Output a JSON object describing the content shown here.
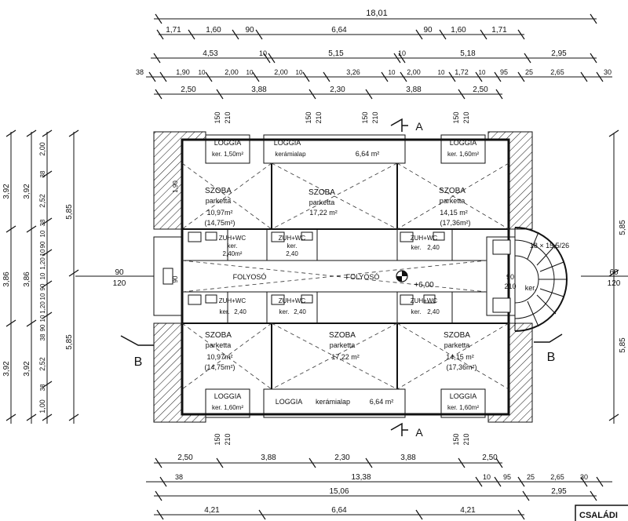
{
  "dims": {
    "top": [
      {
        "row": 0,
        "items": [
          "18,01"
        ]
      },
      {
        "row": 1,
        "items": [
          "1,71",
          "1,60",
          "90",
          "6,64",
          "90",
          "1,60",
          "1,71"
        ]
      },
      {
        "row": 2,
        "items": [
          "4,53",
          "10",
          "5,15",
          "10",
          "5,18",
          "2,95"
        ]
      },
      {
        "row": 3,
        "items": [
          "38",
          "1,90",
          "10",
          "2,00",
          "10",
          "2,00",
          "10",
          "3,26",
          "10",
          "2,00",
          "10",
          "1,72",
          "10",
          "95",
          "25",
          "2,65",
          "30"
        ]
      },
      {
        "row": 4,
        "items": [
          "2,50",
          "3,88",
          "2,30",
          "3,88",
          "2,50"
        ]
      }
    ],
    "bottom": [
      {
        "row": 0,
        "items": [
          "2,50",
          "3,88",
          "2,30",
          "3,88",
          "2,50"
        ]
      },
      {
        "row": 1,
        "items": [
          "38",
          "13,38",
          "10",
          "95",
          "25",
          "2,65",
          "30"
        ]
      },
      {
        "row": 2,
        "items": [
          "15,06",
          "2,95"
        ]
      },
      {
        "row": 3,
        "items": [
          "4,21",
          "6,64",
          "4,21"
        ]
      }
    ],
    "left": [
      {
        "col": 0,
        "items": [
          "3,92",
          "3,86",
          "3,92"
        ]
      },
      {
        "col": 1,
        "items": [
          "3,92",
          "3,86",
          "3,92"
        ]
      },
      {
        "col": 2,
        "items": [
          "2,00",
          "38",
          "2,52",
          "38",
          "10",
          "90",
          "10",
          "1,20",
          "10",
          "90",
          "10",
          "1,20",
          "10",
          "90",
          "38",
          "2,52",
          "38",
          "1,00"
        ]
      },
      {
        "col": 3,
        "items": [
          "5,85",
          "5,85"
        ]
      }
    ],
    "openings": [
      "150",
      "210",
      "150",
      "210",
      "150",
      "210",
      "150",
      "210",
      "150",
      "210",
      "150",
      "210"
    ],
    "side_left": [
      "90",
      "120"
    ],
    "side_right": [
      "60",
      "120",
      "5,85",
      "5,85"
    ]
  },
  "rooms": {
    "loggia_tl": {
      "name": "LOGGIA",
      "floor": "ker. 1,50m²"
    },
    "loggia_top": {
      "name": "LOGGIA",
      "floor": "kerámialap",
      "area": "6,64 m²"
    },
    "loggia_tr": {
      "name": "LOGGIA",
      "floor": "ker. 1,60m²"
    },
    "loggia_bl": {
      "name": "LOGGIA",
      "floor": "ker. 1,60m²"
    },
    "loggia_bottom": {
      "name": "LOGGIA",
      "floor": "kerámialap",
      "area": "6,64 m²"
    },
    "loggia_br": {
      "name": "LOGGIA",
      "floor": "ker. 1,60m²"
    },
    "szoba_tl": {
      "name": "SZOBA",
      "floor": "parketta",
      "area": "10,97m²",
      "area2": "(14,75m²)"
    },
    "szoba_tc": {
      "name": "SZOBA",
      "floor": "parketta",
      "area": "17,22 m²"
    },
    "szoba_tr": {
      "name": "SZOBA",
      "floor": "parketta",
      "area": "14,15 m²",
      "area2": "(17,36m²)"
    },
    "szoba_bl": {
      "name": "SZOBA",
      "floor": "parketta",
      "area": "10,97m²",
      "area2": "(14,75m²)"
    },
    "szoba_bc": {
      "name": "SZOBA",
      "floor": "parketta",
      "area": "17,22 m²"
    },
    "szoba_br": {
      "name": "SZOBA",
      "floor": "parketta",
      "area": "14,15 m²",
      "area2": "(17,36m²)"
    },
    "wc_1": {
      "name": "ZUH+WC",
      "floor": "ker.",
      "area": "2,40m²"
    },
    "wc_2": {
      "name": "ZUH+WC",
      "floor": "ker.",
      "area": "2,40"
    },
    "wc_3": {
      "name": "ZUH+WC",
      "floor": "ker.",
      "area": "2,40"
    },
    "wc_4": {
      "name": "ZUH+WC",
      "floor": "ker.",
      "area": "2,40"
    },
    "wc_5": {
      "name": "ZUH+WC",
      "floor": "ker.",
      "area": "2,40"
    },
    "wc_6": {
      "name": "ZUH+WC",
      "floor": "ker.",
      "area": "2,40"
    },
    "corridor_1": "FOLYOSÓ",
    "corridor_2": "FOLYOSÓ",
    "stair": {
      "label": "18 × 15,5/26",
      "floor": "ker."
    }
  },
  "annotations": {
    "level": "+6,00",
    "section_a_top": "A",
    "section_a_bottom": "A",
    "section_b_left": "B",
    "section_b_right": "B",
    "mini_window": "1,90",
    "corridor_door": "90",
    "stair_door": "90",
    "stair_door_h": "210"
  },
  "title_block": {
    "text": "CSALÁDI"
  }
}
